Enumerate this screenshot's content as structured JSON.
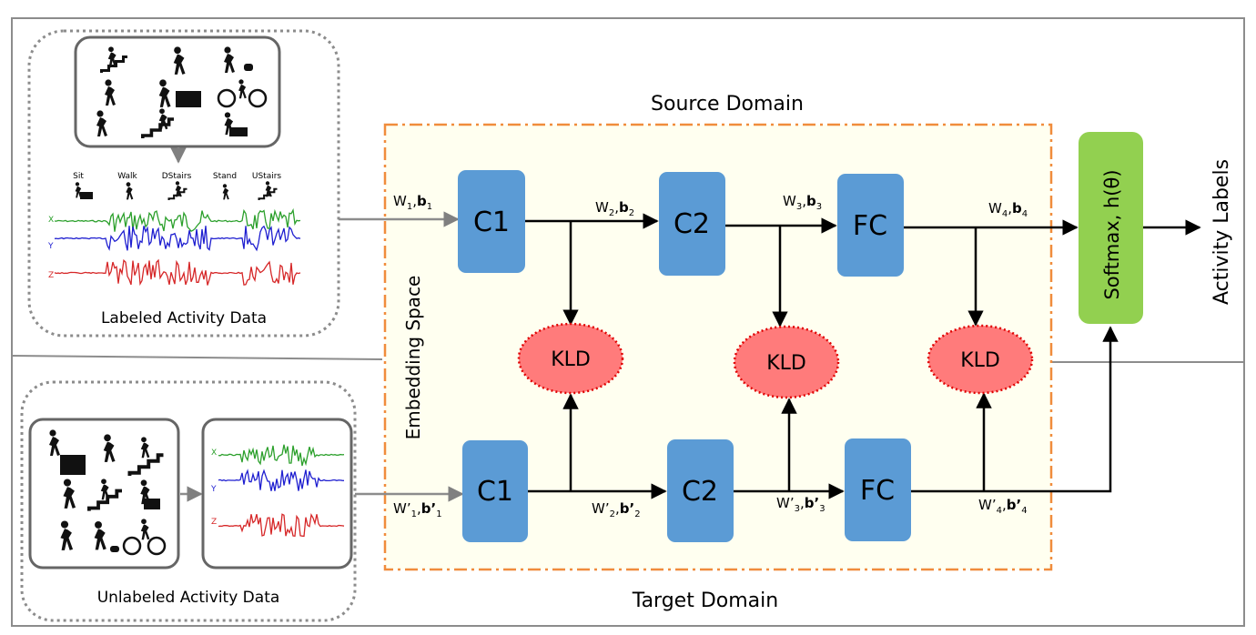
{
  "domains": {
    "source": "Source Domain",
    "target": "Target Domain",
    "embedding": "Embedding Space"
  },
  "panels": {
    "labeled": "Labeled Activity Data",
    "unlabeled": "Unlabeled Activity Data",
    "activity_names": [
      "Sit",
      "Walk",
      "DStairs",
      "Stand",
      "UStairs"
    ],
    "axes": [
      "X",
      "Y",
      "Z"
    ]
  },
  "nodes": {
    "source_c1": "C1",
    "source_c2": "C2",
    "source_fc": "FC",
    "target_c1": "C1",
    "target_c2": "C2",
    "target_fc": "FC",
    "kld1": "KLD",
    "kld2": "KLD",
    "kld3": "KLD",
    "softmax": "Softmax, h(θ)"
  },
  "weights": {
    "source": {
      "w1": "W",
      "w1_sub": "1",
      "b1": "b",
      "b1_sub": "1",
      "w2": "W",
      "w2_sub": "2",
      "b2": "b",
      "b2_sub": "2",
      "w3": "W",
      "w3_sub": "3",
      "b3": "b",
      "b3_sub": "3",
      "w4": "W",
      "w4_sub": "4",
      "b4": "b",
      "b4_sub": "4"
    },
    "target": {
      "w1": "W’",
      "w1_sub": "1",
      "b1": "b’",
      "b1_sub": "1",
      "w2": "W’",
      "w2_sub": "2",
      "b2": "b’",
      "b2_sub": "2",
      "w3": "W’",
      "w3_sub": "3",
      "b3": "b’",
      "b3_sub": "3",
      "w4": "W’",
      "w4_sub": "4",
      "b4": "b’",
      "b4_sub": "4"
    }
  },
  "output": "Activity Labels",
  "colors": {
    "conv_block": "#5b9bd5",
    "kld_fill": "#ff7b7b",
    "kld_border": "#e00000",
    "softmax": "#92d050",
    "embedding_bg": "#fffff0",
    "embedding_border": "#f08c3c",
    "signal_x": "#2ca02c",
    "signal_y": "#1f1fd0",
    "signal_z": "#d62728"
  }
}
